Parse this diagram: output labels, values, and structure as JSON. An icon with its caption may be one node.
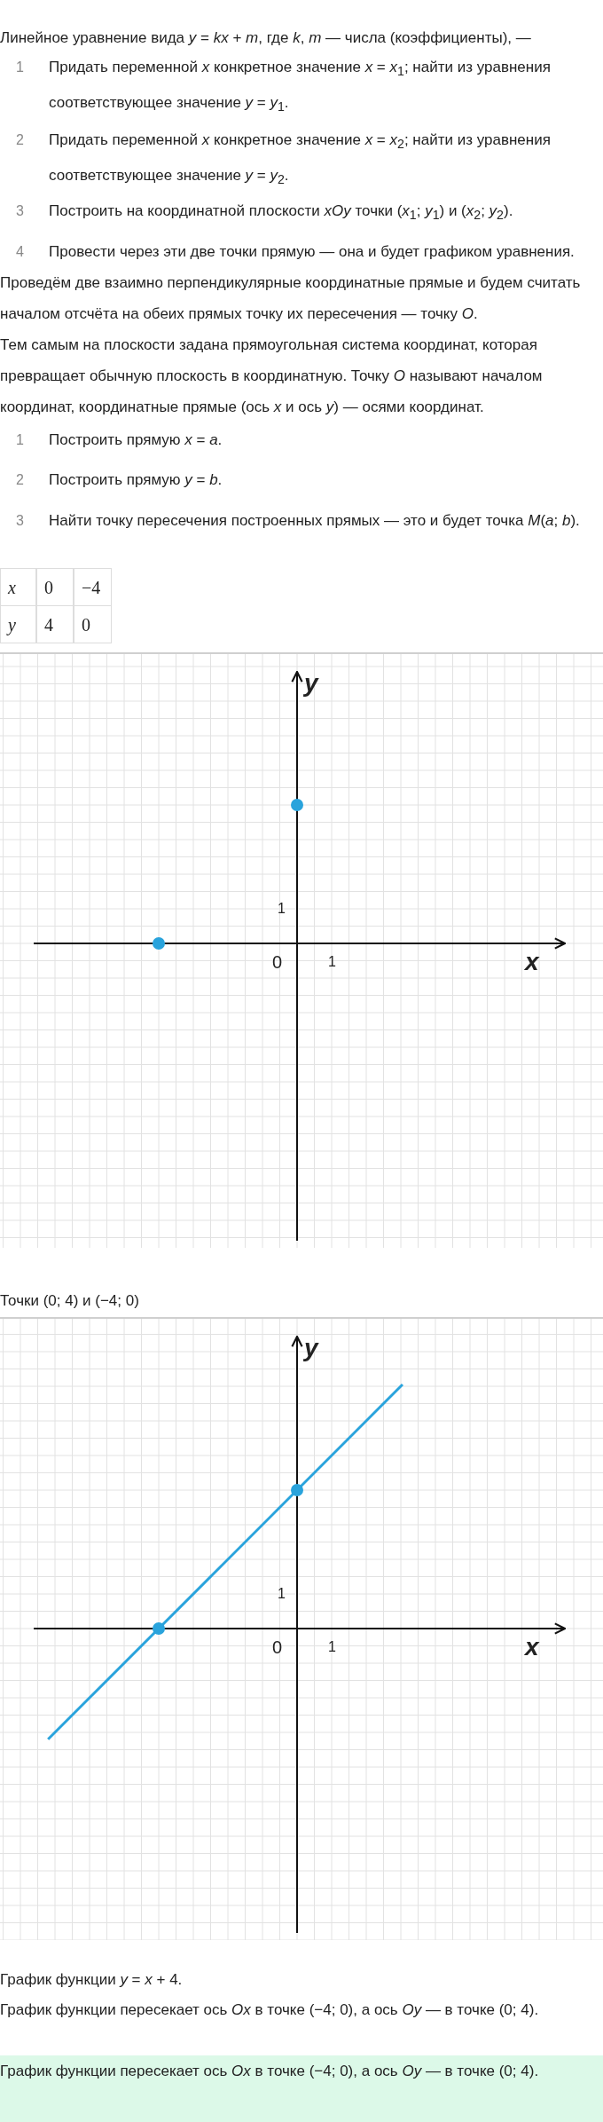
{
  "diagram": {
    "labels": [
      "Линейное уравнение вида *y* = *kx* + *m*, где *k*,  *m* — числа (коэффициенты), —",
      "1",
      "Придать переменной *x* конкретное значение *x* = *x*$_{1}$; найти из уравнения соответствующее значение *y* = *y*$_{1}$.",
      "2",
      "Придать переменной *x* конкретное значение *x* = *x*$_{2}$; найти из уравнения соответствующее значение *y* = *y*$_{2}$.",
      "3",
      "Построить на координатной плоскости *xOy* точки (*x*$_{1}$; *y*$_{1}$) и (*x*$_{2}$; *y*$_{2}$).",
      "4",
      "Провести через эти две точки прямую — она и будет графиком уравнения.",
      "Проведём две взаимно перпендикулярные координатные прямые и будем считать началом отсчёта на обеих прямых точку их пересечения — точку *O*.",
      "Тем самым на плоскости задана прямоугольная система координат, которая превращает обычную плоскость в координатную. Точку *O* называют началом координат, координатные прямые (ось *x* и ось *y*) — осями координат.",
      "1",
      "Построить прямую *x* = *a*.",
      "2",
      "Построить прямую *y* = *b*.",
      "3",
      "Найти точку пересечения построенных прямых — это и будет точка *M*(*a*; *b*).",
      "x",
      "0",
      "−4",
      "y",
      "4",
      "0",
      "y",
      "1",
      "0",
      "1",
      "x",
      "Точки (0; 4) и (−4; 0)",
      "y",
      "1",
      "0",
      "1",
      "x",
      "График функции *y* = *x* + 4.",
      "График функции пересекает ось *Ox* в точке (−4; 0), а ось *Oy* — в точке (0; 4).",
      "График функции пересекает ось *Ox* в точке (−4; 0), а ось *Oy* — в точке (0; 4)."
    ]
  }
}
